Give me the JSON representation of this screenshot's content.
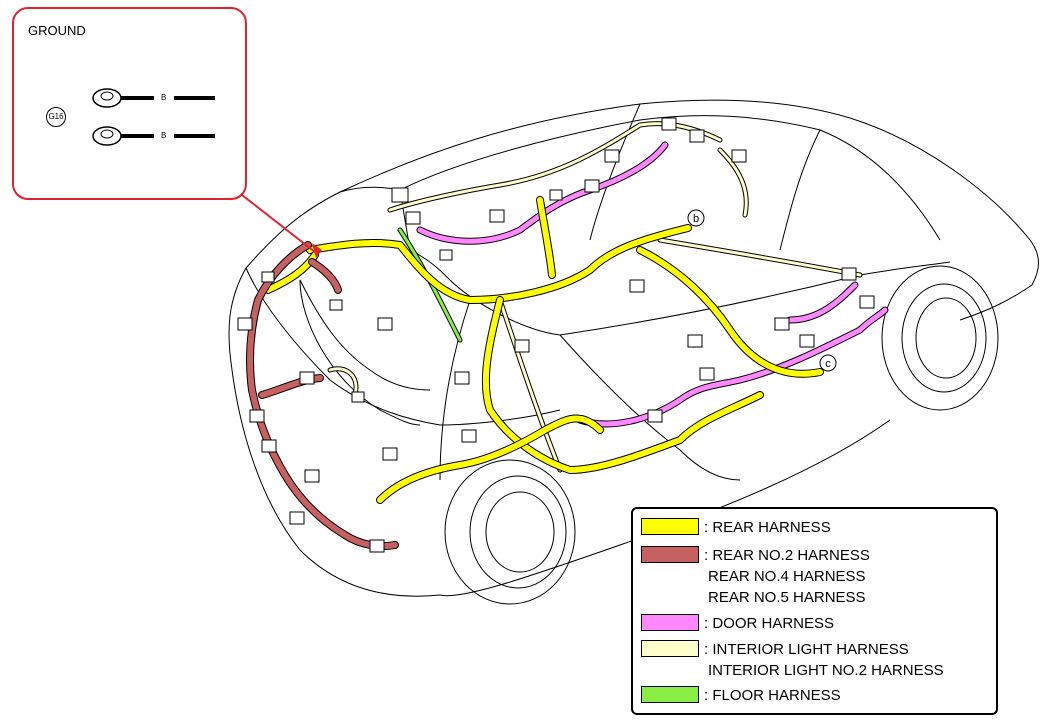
{
  "ground_inset": {
    "title": "GROUND",
    "ground_code": "G16",
    "wire_labels": [
      "B",
      "B"
    ]
  },
  "callouts": [
    "b",
    "c"
  ],
  "legend": {
    "items": [
      {
        "color": "#ffff00",
        "lines": [
          ": REAR HARNESS"
        ]
      },
      {
        "color": "#c76060",
        "lines": [
          ": REAR NO.2 HARNESS",
          "REAR NO.4 HARNESS",
          "REAR NO.5 HARNESS"
        ]
      },
      {
        "color": "#ff88ff",
        "lines": [
          ": DOOR HARNESS"
        ]
      },
      {
        "color": "#ffffcc",
        "lines": [
          ": INTERIOR LIGHT HARNESS",
          "INTERIOR LIGHT NO.2 HARNESS"
        ]
      },
      {
        "color": "#88ee44",
        "lines": [
          ": FLOOR HARNESS"
        ]
      }
    ]
  },
  "colors": {
    "accent_border": "#e0232e",
    "rear": "#ffff00",
    "rear_no2": "#c76060",
    "door": "#ff88ff",
    "interior_light": "#ffffcc",
    "floor": "#88ee44"
  }
}
